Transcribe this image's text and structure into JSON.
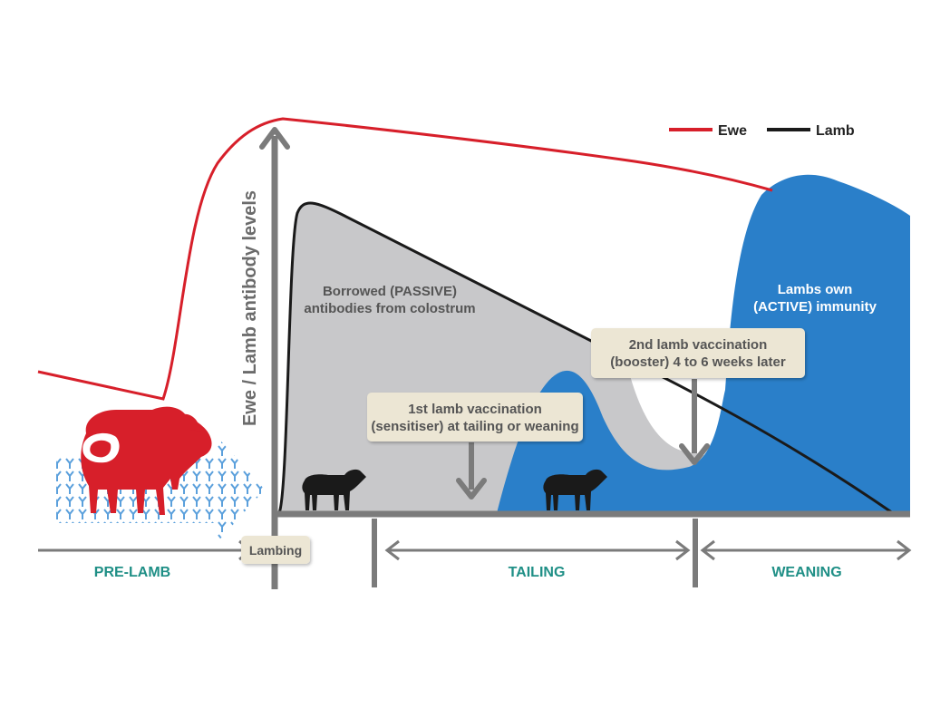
{
  "legend": {
    "ewe": "Ewe",
    "lamb": "Lamb"
  },
  "axis": {
    "ylabel": "Ewe / Lamb antibody levels"
  },
  "annotations": {
    "passive_line1": "Borrowed (PASSIVE)",
    "passive_line2": "antibodies from colostrum",
    "active_line1": "Lambs own",
    "active_line2": "(ACTIVE) immunity",
    "vacc1_line1": "1st lamb vaccination",
    "vacc1_line2": "(sensitiser) at tailing or weaning",
    "vacc2_line1": "2nd lamb vaccination",
    "vacc2_line2": "(booster) 4 to 6 weeks later",
    "lambing": "Lambing"
  },
  "phases": {
    "pre_lamb": "PRE-LAMB",
    "tailing": "TAILING",
    "weaning": "WEANING"
  },
  "colors": {
    "ewe": "#d71f2a",
    "lamb": "#1a1a1a",
    "active": "#2a7fc9",
    "passive": "#c8c8ca",
    "axis": "#7b7b7b",
    "box": "#ece6d4",
    "phase_text": "#1f8f86"
  }
}
